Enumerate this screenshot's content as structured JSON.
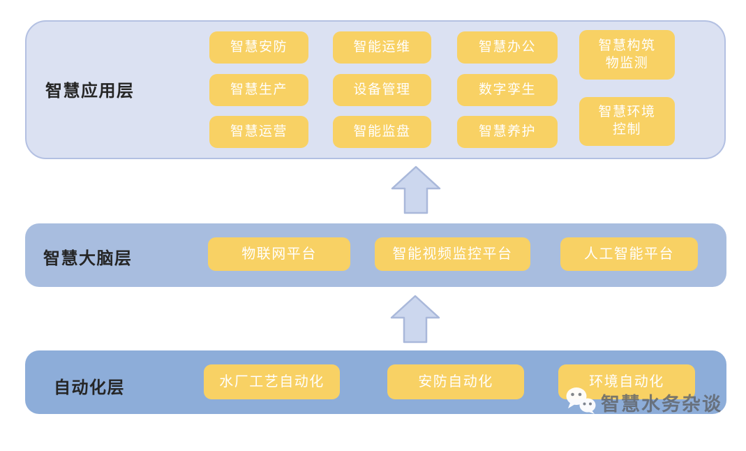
{
  "layers": {
    "application": {
      "label": "智慧应用层",
      "columns": [
        [
          "智慧安防",
          "智慧生产",
          "智慧运营"
        ],
        [
          "智能运维",
          "设备管理",
          "智能监盘"
        ],
        [
          "智慧办公",
          "数字孪生",
          "智慧养护"
        ],
        [
          "智慧构筑\n物监测",
          "智慧环境\n控制"
        ]
      ]
    },
    "brain": {
      "label": "智慧大脑层",
      "chips": [
        "物联网平台",
        "智能视频监控平台",
        "人工智能平台"
      ]
    },
    "automation": {
      "label": "自动化层",
      "chips": [
        "水厂工艺自动化",
        "安防自动化",
        "环境自动化"
      ]
    }
  },
  "watermark": {
    "icon": "wechat-icon",
    "text": "智慧水务杂谈"
  },
  "colors": {
    "application_bg": "#dbe1f2",
    "application_border": "#b3c0e2",
    "brain_bg": "#a8bddf",
    "automation_bg": "#8dadd9",
    "chip_bg": "#f8d164",
    "chip_text": "#ffffff",
    "label_text": "#252525",
    "arrow_fill": "#ccd7ee",
    "arrow_border": "#a9b8da",
    "watermark_text": "#60646b"
  }
}
